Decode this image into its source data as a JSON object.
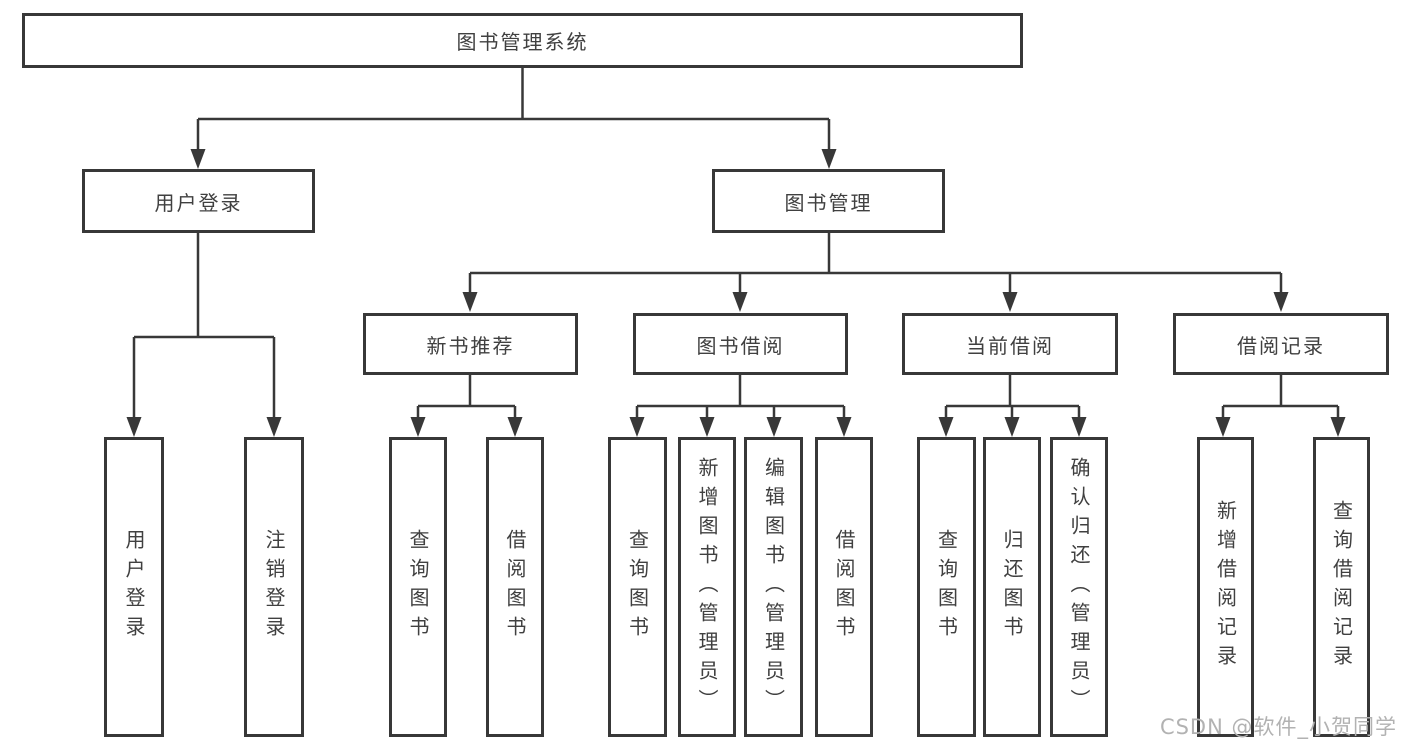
{
  "diagram": {
    "root": {
      "label": "图书管理系统"
    },
    "level2": [
      {
        "label": "用户登录"
      },
      {
        "label": "图书管理"
      }
    ],
    "level3": [
      {
        "label": "新书推荐"
      },
      {
        "label": "图书借阅"
      },
      {
        "label": "当前借阅"
      },
      {
        "label": "借阅记录"
      }
    ],
    "leaves": [
      {
        "label": "用户登录"
      },
      {
        "label": "注销登录"
      },
      {
        "label": "查询图书"
      },
      {
        "label": "借阅图书"
      },
      {
        "label": "查询图书"
      },
      {
        "label": "新增图书（管理员）"
      },
      {
        "label": "编辑图书（管理员）"
      },
      {
        "label": "借阅图书"
      },
      {
        "label": "查询图书"
      },
      {
        "label": "归还图书"
      },
      {
        "label": "确认归还（管理员）"
      },
      {
        "label": "新增借阅记录"
      },
      {
        "label": "查询借阅记录"
      }
    ]
  },
  "watermark": {
    "text": "CSDN @软件_小贺同学"
  },
  "colors": {
    "line": "#383838",
    "text": "#404040",
    "watermark": "#b2b2b2",
    "background": "#ffffff"
  }
}
